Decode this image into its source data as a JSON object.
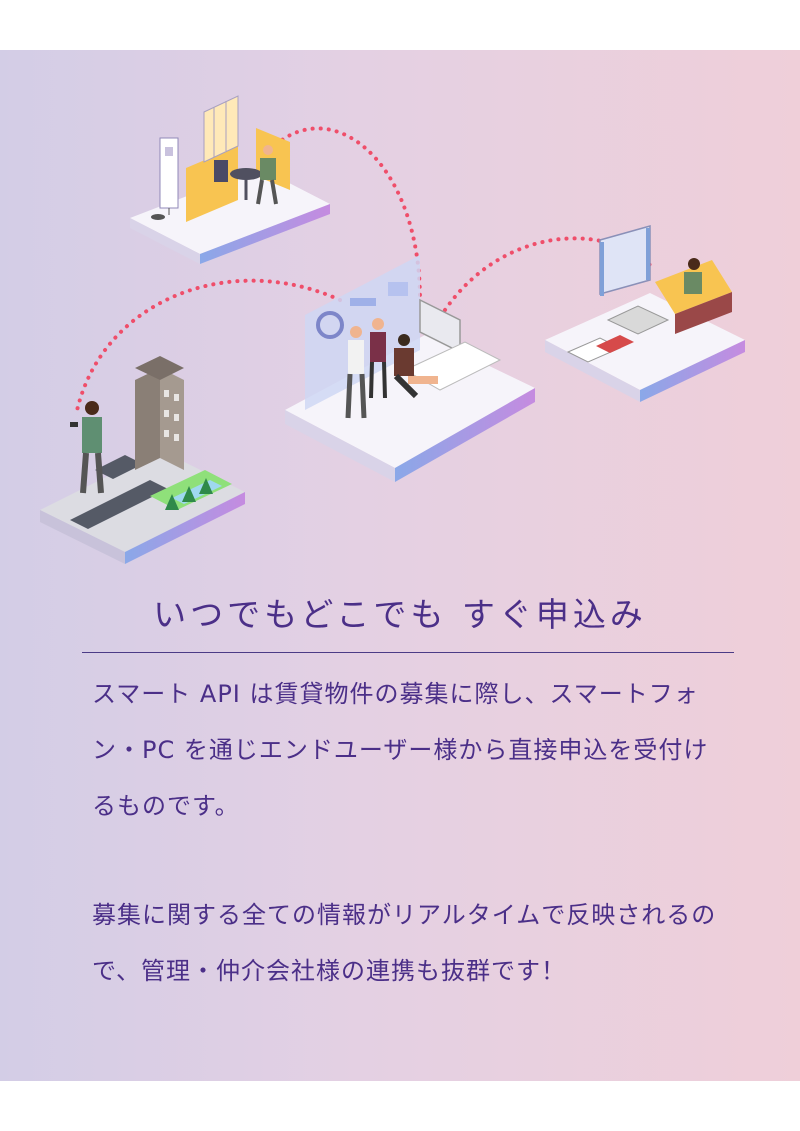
{
  "headline": "いつでもどこでも すぐ申込み",
  "paragraphs": [
    "スマート API は賃貸物件の募集に際し、スマートフォン・PC を通じエンドユーザー様から直接申込を受付けるものです。",
    "募集に関する全ての情報がリアルタイムで反映されるので、管理・仲介会社様の連携も抜群です！"
  ],
  "colors": {
    "text": "#4b2f88",
    "rule": "#4b3b86",
    "gradient_left": "#d3cde6",
    "gradient_right": "#efcfd9",
    "connector_dots": "#ef4e6a"
  }
}
